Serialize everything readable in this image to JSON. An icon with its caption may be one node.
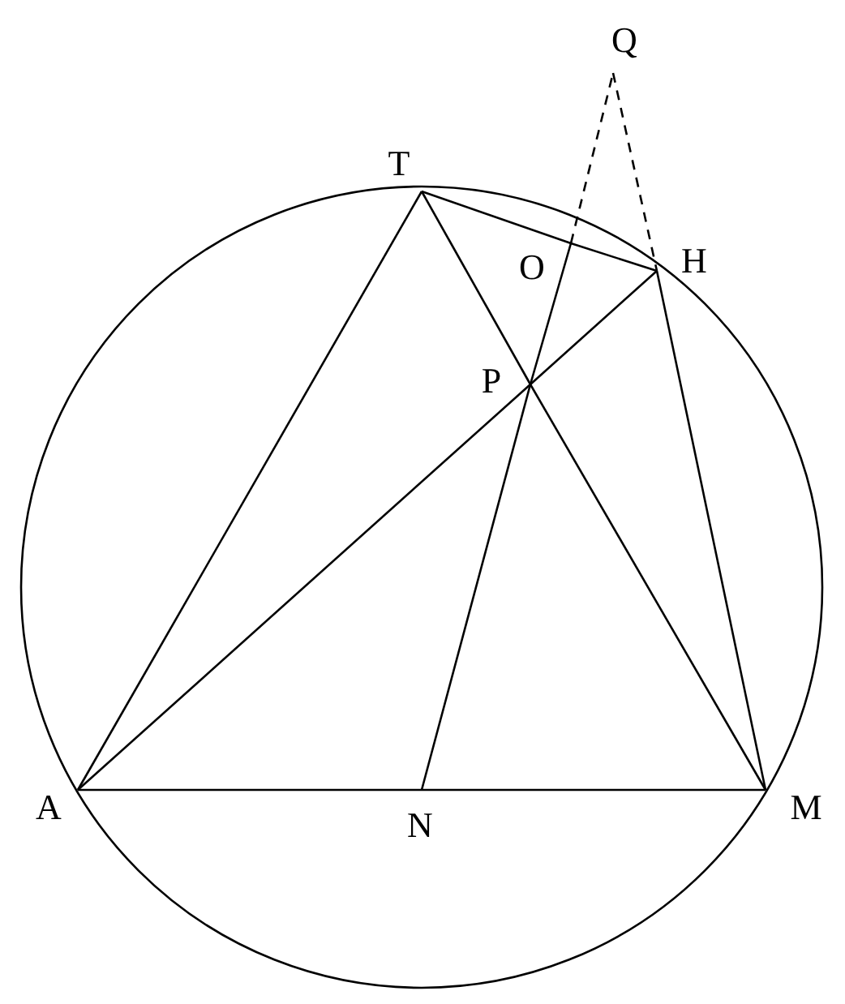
{
  "diagram": {
    "nodes": [
      {
        "text": [
          "Q"
        ]
      },
      {
        "text": [
          "T"
        ]
      },
      {
        "text": [
          "O"
        ]
      },
      {
        "text": [
          "H"
        ]
      },
      {
        "text": [
          "P"
        ]
      },
      {
        "text": [
          "A"
        ]
      },
      {
        "text": [
          "N"
        ]
      },
      {
        "text": [
          "M"
        ]
      }
    ],
    "edges": [
      {
        "from": 5,
        "to": 1,
        "arrow": "none"
      },
      {
        "from": 1,
        "to": 4,
        "arrow": "none"
      },
      {
        "from": 4,
        "to": 7,
        "arrow": "none"
      },
      {
        "from": 1,
        "to": 2,
        "arrow": "none"
      },
      {
        "from": 2,
        "to": 3,
        "arrow": "none"
      },
      {
        "from": 5,
        "to": 4,
        "arrow": "none"
      },
      {
        "from": 4,
        "to": 3,
        "arrow": "none"
      },
      {
        "from": 3,
        "to": 7,
        "arrow": "none"
      },
      {
        "from": 5,
        "to": 6,
        "arrow": "none"
      },
      {
        "from": 6,
        "to": 7,
        "arrow": "none"
      },
      {
        "from": 6,
        "to": 4,
        "arrow": "none"
      },
      {
        "from": 4,
        "to": 2,
        "arrow": "none"
      },
      {
        "from": 2,
        "to": 0,
        "arrow": "none",
        "style": "dashed"
      },
      {
        "from": 0,
        "to": 3,
        "arrow": "none",
        "style": "dashed"
      }
    ]
  }
}
